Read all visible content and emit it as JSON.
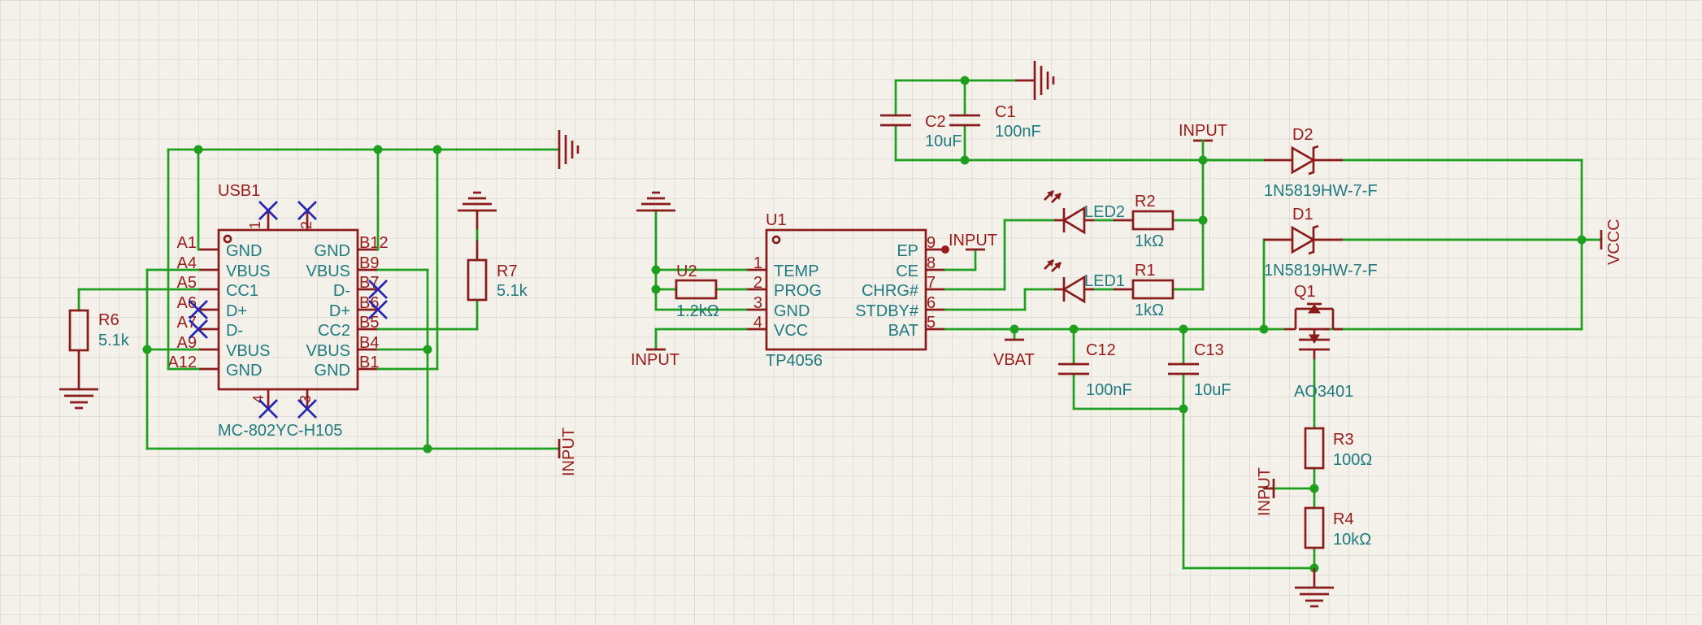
{
  "components": {
    "usb1": {
      "ref": "USB1",
      "part": "MC-802YC-H105",
      "left_pins": [
        "A1",
        "A4",
        "A5",
        "A6",
        "A7",
        "A9",
        "A12"
      ],
      "left_labels": [
        "GND",
        "VBUS",
        "CC1",
        "D+",
        "D-",
        "VBUS",
        "GND"
      ],
      "right_pins": [
        "B12",
        "B9",
        "B7",
        "B6",
        "B5",
        "B4",
        "B1"
      ],
      "right_labels": [
        "GND",
        "VBUS",
        "D-",
        "D+",
        "CC2",
        "VBUS",
        "GND"
      ],
      "shield_pins": [
        "1",
        "2",
        "4",
        "3"
      ]
    },
    "u1": {
      "ref": "U1",
      "part": "TP4056",
      "left_pins": [
        "1",
        "2",
        "3",
        "4"
      ],
      "left_labels": [
        "TEMP",
        "PROG",
        "GND",
        "VCC"
      ],
      "right_pins": [
        "9",
        "8",
        "7",
        "6",
        "5"
      ],
      "right_labels": [
        "EP",
        "CE",
        "CHRG#",
        "STDBY#",
        "BAT"
      ]
    },
    "r6": {
      "ref": "R6",
      "value": "5.1k"
    },
    "r7": {
      "ref": "R7",
      "value": "5.1k"
    },
    "u2": {
      "ref": "U2",
      "value": "1.2kΩ"
    },
    "c2": {
      "ref": "C2",
      "value": "10uF"
    },
    "c1": {
      "ref": "C1",
      "value": "100nF"
    },
    "led2": {
      "ref": "LED2"
    },
    "led1": {
      "ref": "LED1"
    },
    "r2": {
      "ref": "R2",
      "value": "1kΩ"
    },
    "r1": {
      "ref": "R1",
      "value": "1kΩ"
    },
    "d2": {
      "ref": "D2",
      "part": "1N5819HW-7-F"
    },
    "d1": {
      "ref": "D1",
      "part": "1N5819HW-7-F"
    },
    "q1": {
      "ref": "Q1",
      "part": "AO3401"
    },
    "c12": {
      "ref": "C12",
      "value": "100nF"
    },
    "c13": {
      "ref": "C13",
      "value": "10uF"
    },
    "r3": {
      "ref": "R3",
      "value": "100Ω"
    },
    "r4": {
      "ref": "R4",
      "value": "10kΩ"
    }
  },
  "net_labels": {
    "input_usb": "INPUT",
    "input_u1_vcc": "INPUT",
    "input_ce": "INPUT",
    "input_top": "INPUT",
    "input_r3r4": "INPUT",
    "vbat": "VBAT",
    "vccc": "VCCC"
  }
}
